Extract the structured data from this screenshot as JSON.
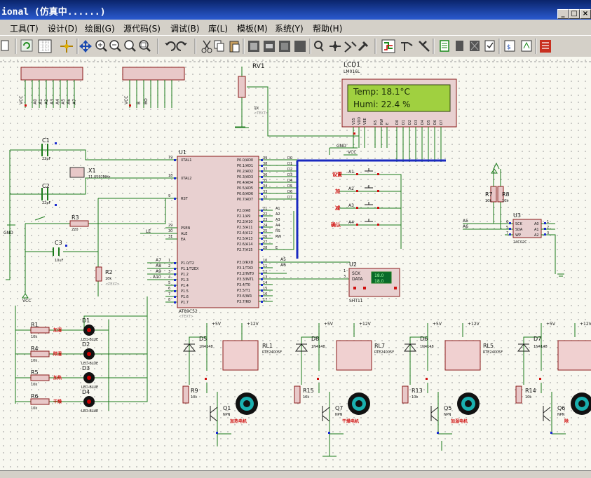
{
  "window": {
    "title": "ional (仿真中......)",
    "min_label": "_",
    "max_label": "□",
    "close_label": "×"
  },
  "menu": [
    "工具(T)",
    "设计(D)",
    "绘图(G)",
    "源代码(S)",
    "调试(B)",
    "库(L)",
    "模板(M)",
    "系统(Y)",
    "帮助(H)"
  ],
  "toolbar": {
    "icons": [
      "page-icon",
      "refresh-icon",
      "grid-icon",
      "origin-icon",
      "pan-icon",
      "zoom-in-icon",
      "zoom-out-icon",
      "zoom-all-icon",
      "zoom-area-icon",
      "undo-icon",
      "redo-icon",
      "cut-icon",
      "copy-icon",
      "paste-icon",
      "block-copy-icon",
      "block-move-icon",
      "block-rotate-icon",
      "block-delete-icon",
      "pick-device-icon",
      "make-device-icon",
      "package-icon",
      "decompose-icon",
      "wire-autoroute-icon",
      "search-tag-icon",
      "property-icon",
      "netlist-icon",
      "bom-icon",
      "electrical-check-icon",
      "netlist-ares-icon",
      "ares-icon"
    ]
  },
  "schematic": {
    "top_connectors": {
      "left_pins": [
        "VCC",
        "A0",
        "A1",
        "A2",
        "A3",
        "A4",
        "A5",
        "A6",
        "A7"
      ],
      "right_pins": [
        "VCC",
        "B",
        "BO"
      ]
    },
    "rv1": {
      "ref": "RV1",
      "value": "1k",
      "text": "<TEXT>"
    },
    "lcd": {
      "ref": "LCD1",
      "part": "LM016L",
      "line1": "Temp: 18.1°C",
      "line2": "Humi: 22.4 %",
      "pins": [
        "VSS",
        "VDD",
        "VEE",
        "RS",
        "RW",
        "E",
        "D0",
        "D1",
        "D2",
        "D3",
        "D4",
        "D5",
        "D6",
        "D7"
      ]
    },
    "labels": {
      "gnd": "GND",
      "vcc": "VCC",
      "le": "LE",
      "gnd2": "GND",
      "vcc2": "VCC",
      "plus5v": "+5V",
      "plus12v": "+12V"
    },
    "c1": {
      "ref": "C1",
      "value": "22pF"
    },
    "c2": {
      "ref": "C2",
      "value": "22pF"
    },
    "c3": {
      "ref": "C3",
      "value": "10uF"
    },
    "x1": {
      "ref": "X1",
      "value": "11.0592MHz"
    },
    "r3": {
      "ref": "R3",
      "value": "220"
    },
    "r2": {
      "ref": "R2",
      "value": "10k"
    },
    "text_tag": "<TEXT>",
    "u1": {
      "ref": "U1",
      "part": "AT89C52",
      "left_pins": [
        {
          "num": "19",
          "name": "XTAL1"
        },
        {
          "num": "18",
          "name": "XTAL2"
        },
        {
          "num": "9",
          "name": "RST"
        },
        {
          "num": "29",
          "name": "PSEN"
        },
        {
          "num": "30",
          "name": "ALE"
        },
        {
          "num": "31",
          "name": "EA"
        },
        {
          "num": "1",
          "name": "P1.0/T2"
        },
        {
          "num": "2",
          "name": "P1.1/T2EX"
        },
        {
          "num": "3",
          "name": "P1.2"
        },
        {
          "num": "4",
          "name": "P1.3"
        },
        {
          "num": "5",
          "name": "P1.4"
        },
        {
          "num": "6",
          "name": "P1.5"
        },
        {
          "num": "7",
          "name": "P1.6"
        },
        {
          "num": "8",
          "name": "P1.7"
        }
      ],
      "right_pins": [
        {
          "num": "39",
          "name": "P0.0/AD0"
        },
        {
          "num": "38",
          "name": "P0.1/AD1"
        },
        {
          "num": "37",
          "name": "P0.2/AD2"
        },
        {
          "num": "36",
          "name": "P0.3/AD3"
        },
        {
          "num": "35",
          "name": "P0.4/AD4"
        },
        {
          "num": "34",
          "name": "P0.5/AD5"
        },
        {
          "num": "33",
          "name": "P0.6/AD6"
        },
        {
          "num": "32",
          "name": "P0.7/AD7"
        },
        {
          "num": "21",
          "name": "P2.0/A8"
        },
        {
          "num": "22",
          "name": "P2.1/A9"
        },
        {
          "num": "23",
          "name": "P2.2/A10"
        },
        {
          "num": "24",
          "name": "P2.3/A11"
        },
        {
          "num": "25",
          "name": "P2.4/A12"
        },
        {
          "num": "26",
          "name": "P2.5/A13"
        },
        {
          "num": "27",
          "name": "P2.6/A14"
        },
        {
          "num": "28",
          "name": "P2.7/A15"
        },
        {
          "num": "10",
          "name": "P3.0/RXD"
        },
        {
          "num": "11",
          "name": "P3.1/TXD"
        },
        {
          "num": "12",
          "name": "P3.2/INT0"
        },
        {
          "num": "13",
          "name": "P3.3/INT1"
        },
        {
          "num": "14",
          "name": "P3.4/T0"
        },
        {
          "num": "15",
          "name": "P3.5/T1"
        },
        {
          "num": "16",
          "name": "P3.6/WR"
        },
        {
          "num": "17",
          "name": "P3.7/RD"
        }
      ],
      "bus_labels": [
        "D0",
        "D1",
        "D2",
        "D3",
        "D4",
        "D5",
        "D6",
        "D7"
      ],
      "p2_labels": [
        "A1",
        "A2",
        "A3",
        "A4",
        "RS",
        "RW",
        "",
        "E"
      ],
      "p3_labels": [
        "A5",
        "A6"
      ],
      "p1_labels": [
        "A7",
        "A8",
        "A9",
        "A10"
      ]
    },
    "buttons": [
      {
        "ref": "A1",
        "label": "设置"
      },
      {
        "ref": "A2",
        "label": "加"
      },
      {
        "ref": "A3",
        "label": "减"
      },
      {
        "ref": "A4",
        "label": "确认"
      }
    ],
    "r7": {
      "ref": "R7",
      "value": "10k"
    },
    "r8": {
      "ref": "R8",
      "value": "10k"
    },
    "u3": {
      "ref": "U3",
      "part": "24C02C",
      "left": [
        "SCK",
        "SDA",
        "WP"
      ],
      "right": [
        "A0",
        "A1",
        "A2"
      ],
      "left_nums": [
        "6",
        "5",
        "7"
      ],
      "right_nums": [
        "1",
        "2",
        "3"
      ],
      "nets": [
        "A5",
        "A6"
      ]
    },
    "u2": {
      "ref": "U2",
      "part": "SHT11",
      "pins": [
        "SCK",
        "DATA"
      ],
      "temp": "18.0",
      "humi": "18.0",
      "nums": [
        "1",
        "3"
      ]
    },
    "leds": [
      {
        "r": "R1",
        "rv": "10k",
        "d": "D1",
        "label": "加湿",
        "part": "LED-BLUE"
      },
      {
        "r": "R4",
        "rv": "10k",
        "d": "D2",
        "label": "除湿",
        "part": "LED-BLUE"
      },
      {
        "r": "R5",
        "rv": "10k",
        "d": "D3",
        "label": "加热",
        "part": "LED-BLUE"
      },
      {
        "r": "R6",
        "rv": "10k",
        "d": "D4",
        "label": "干燥",
        "part": "LED-BLUE"
      }
    ],
    "relays": [
      {
        "d": "D5",
        "rl": "RL1",
        "r": "R9",
        "q": "Q1",
        "motor_label": "加热电机"
      },
      {
        "d": "D8",
        "rl": "RL7",
        "r": "R15",
        "q": "Q7",
        "motor_label": "干燥电机"
      },
      {
        "d": "D6",
        "rl": "RL5",
        "r": "R13",
        "q": "Q5",
        "motor_label": "加湿电机"
      },
      {
        "d": "D7",
        "rl": "",
        "r": "R14",
        "q": "Q6",
        "motor_label": "除"
      }
    ],
    "relay_common": {
      "diode": "1N4148",
      "relay": "RTE24005F",
      "r": "10k",
      "q": "NPN"
    }
  }
}
